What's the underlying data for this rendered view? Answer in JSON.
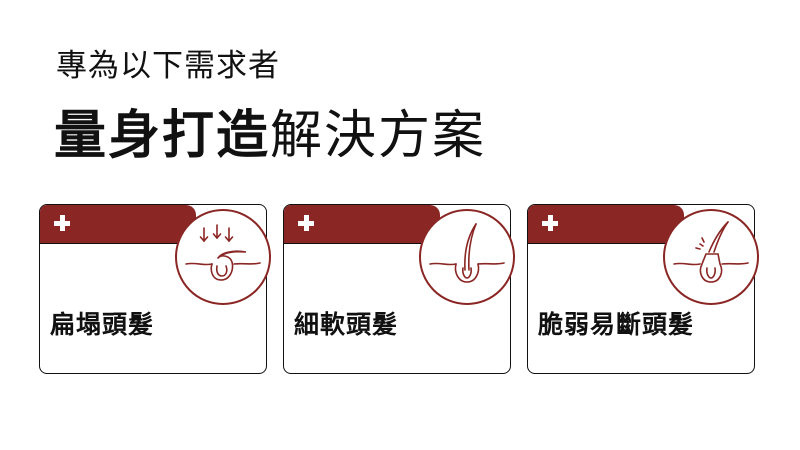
{
  "header": {
    "subtitle": "專為以下需求者",
    "title_bold": "量身打造",
    "title_light": "解決方案"
  },
  "colors": {
    "accent": "#8a2624",
    "border": "#111111",
    "background": "#ffffff"
  },
  "cards": [
    {
      "label": "扁塌頭髮",
      "icon": "flat-hair-icon",
      "badge_icon": "plus-icon"
    },
    {
      "label": "細軟頭髮",
      "icon": "fine-hair-icon",
      "badge_icon": "plus-icon"
    },
    {
      "label": "脆弱易斷頭髮",
      "icon": "brittle-hair-icon",
      "badge_icon": "plus-icon"
    }
  ]
}
